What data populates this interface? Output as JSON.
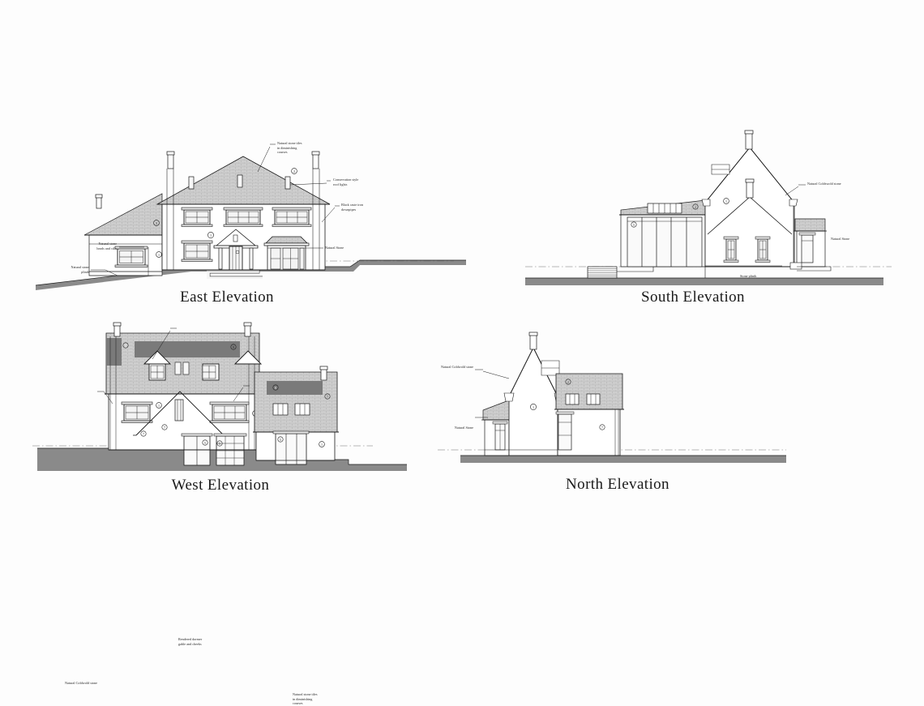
{
  "drawing": {
    "type": "architectural-elevations",
    "sheet_background": "#fdfdfd",
    "line_color": "#1a1a1a",
    "ground_color": "#8a8a8a",
    "roof_tile_color": "#c9c9c9",
    "roof_shade_color": "#7a7a7a",
    "wall_color": "#ffffff"
  },
  "elevations": [
    {
      "id": "east",
      "title": "East Elevation",
      "notes": [
        {
          "id": "east-note-tiles",
          "text": "Natural stone tiles\nin diminishing\ncourses",
          "align": "left"
        },
        {
          "id": "east-note-rooflights",
          "text": "Conservation style\nroof lights",
          "align": "left"
        },
        {
          "id": "east-note-downpipes",
          "text": "Black caste iron\ndownpipes",
          "align": "left"
        },
        {
          "id": "east-note-stone",
          "text": "Natural Stone",
          "align": "left"
        },
        {
          "id": "east-note-heads",
          "text": "Natural stone\nheads and cills",
          "align": "left"
        },
        {
          "id": "east-note-plinth",
          "text": "Natural stone\nplinth",
          "align": "left"
        }
      ],
      "refs": [
        "1",
        "2",
        "3",
        "1",
        "1"
      ]
    },
    {
      "id": "south",
      "title": "South Elevation",
      "notes": [
        {
          "id": "south-note-cotswold",
          "text": "Natural Coldswold stone",
          "align": "left"
        },
        {
          "id": "south-note-stone",
          "text": "Natural Stone",
          "align": "left"
        },
        {
          "id": "south-note-plinth",
          "text": "Stone plinth",
          "align": "left"
        }
      ],
      "refs": [
        "1",
        "2",
        "5"
      ]
    },
    {
      "id": "west",
      "title": "West Elevation",
      "notes": [
        {
          "id": "west-note-dormer",
          "text": "Rendered dormer\ngable and cheeks",
          "align": "left"
        },
        {
          "id": "west-note-cotswold",
          "text": "Natural Coldwold stone",
          "align": "right"
        },
        {
          "id": "west-note-tiles",
          "text": "Natural stone tiles\nin diminishing\ncourses",
          "align": "left"
        }
      ],
      "refs": [
        "8",
        "9",
        "1",
        "7",
        "7",
        "5",
        "5",
        "1",
        "8",
        "7",
        "1"
      ]
    },
    {
      "id": "north",
      "title": "North Elevation",
      "notes": [
        {
          "id": "north-note-cotswold",
          "text": "Natural Coldwold stone",
          "align": "right"
        },
        {
          "id": "north-note-stone",
          "text": "Natural Stone",
          "align": "right"
        }
      ],
      "refs": [
        "1",
        "2",
        "7"
      ]
    }
  ]
}
